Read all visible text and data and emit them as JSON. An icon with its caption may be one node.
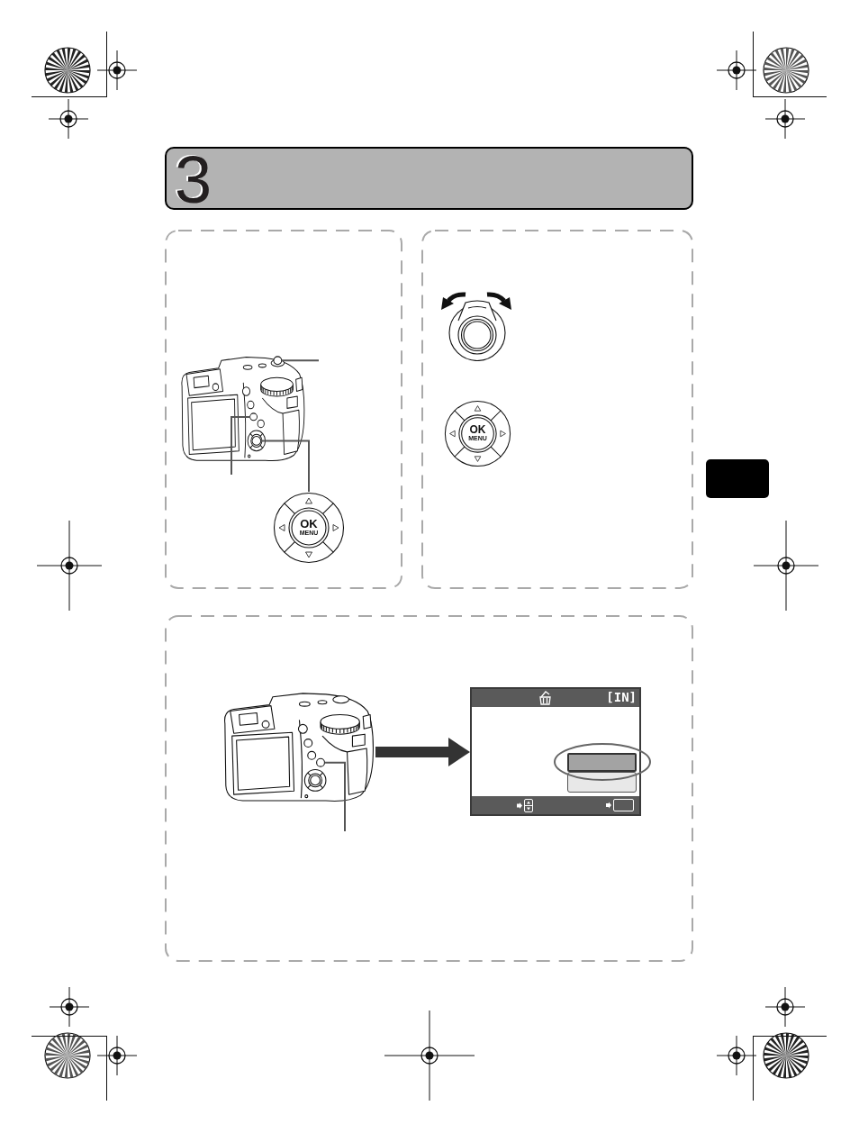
{
  "diagram": {
    "nodes": [
      {
        "text": [
          "3"
        ]
      },
      {
        "text": [],
        "shape": "box"
      },
      {
        "text": [],
        "shape": "picture",
        "in": 1
      },
      {
        "text": [],
        "shape": "circle",
        "in": 2
      },
      {
        "text": [],
        "shape": "circle",
        "in": 2
      },
      {
        "text": [],
        "shape": "circle",
        "in": 2
      },
      {
        "text": [
          "OK",
          "MENU"
        ],
        "in": 1
      },
      {
        "text": [],
        "shape": "box"
      },
      {
        "text": [],
        "shape": "picture",
        "in": 7
      },
      {
        "text": [
          "OK",
          "MENU"
        ],
        "in": 7
      },
      {
        "text": [],
        "shape": "box"
      },
      {
        "text": [],
        "shape": "picture",
        "in": 10
      },
      {
        "text": [],
        "shape": "circle",
        "in": 11
      },
      {
        "text": [
          "[IN]"
        ],
        "in": 10
      },
      {
        "text": [],
        "shape": "bar",
        "in": 13
      },
      {
        "text": [],
        "shape": "bar",
        "in": 13
      }
    ],
    "edges": [
      {
        "from": 3,
        "to": null,
        "arrow": "none"
      },
      {
        "from": 4,
        "to": null,
        "arrow": "none"
      },
      {
        "from": 5,
        "to": 6,
        "arrow": "none"
      },
      {
        "from": 12,
        "to": null,
        "arrow": "none"
      },
      {
        "from": 11,
        "to": 13,
        "arrow": "to",
        "style": "thick",
        "color": "#333333"
      }
    ]
  }
}
